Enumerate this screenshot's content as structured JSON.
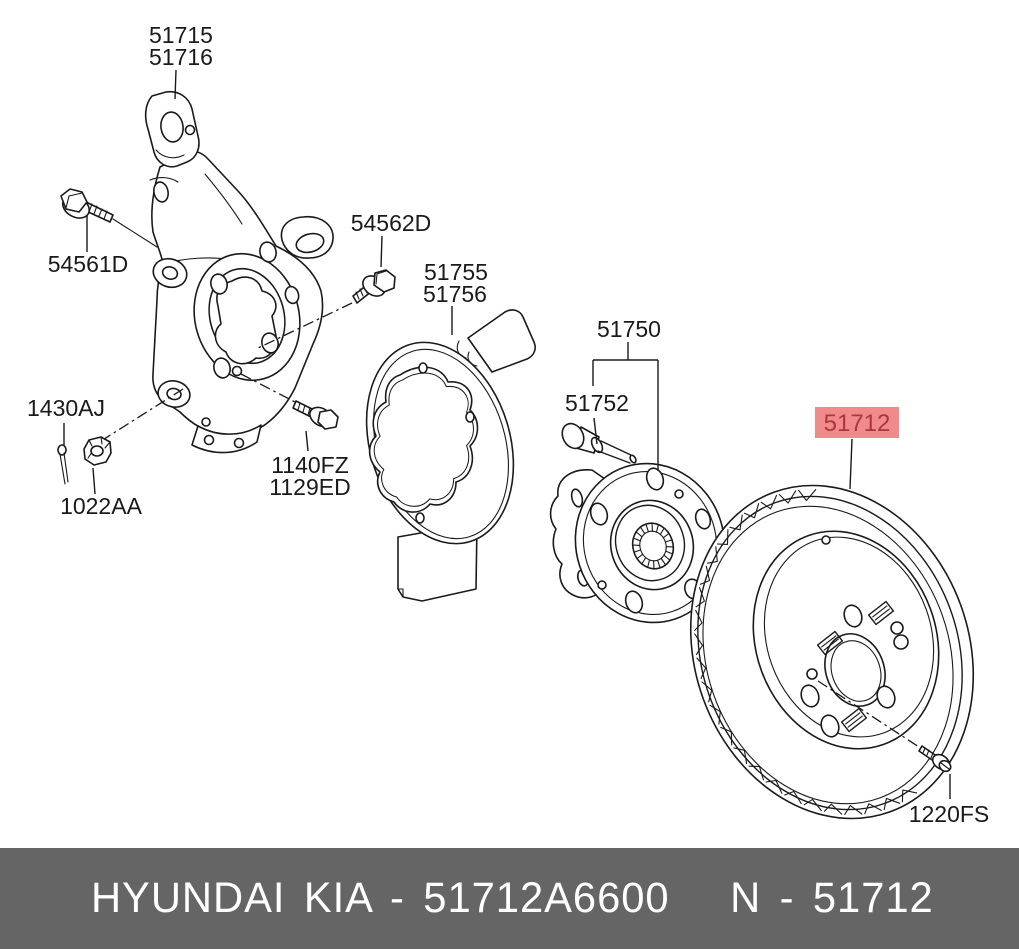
{
  "diagram": {
    "callouts": {
      "c51715": "51715",
      "c51716": "51716",
      "c54561d": "54561D",
      "c54562d": "54562D",
      "c51755": "51755",
      "c51756": "51756",
      "c1430aj": "1430AJ",
      "c1022aa": "1022AA",
      "c1140fz": "1140FZ",
      "c1129ed": "1129ED",
      "c51750": "51750",
      "c51752": "51752",
      "c51712": "51712",
      "c1220fs": "1220FS"
    },
    "highlighted_callout": "51712"
  },
  "footer": {
    "catalog_text": "HYUNDAI KIA - 51712A6600",
    "part_number_text": "N - 51712"
  },
  "colors": {
    "highlight_bg": "#F18A8A",
    "highlight_text": "#A93939",
    "footer_bg": "#666565",
    "footer_text": "#FFFFFF",
    "line": "#1A1A1A",
    "background": "#FFFFFF"
  }
}
